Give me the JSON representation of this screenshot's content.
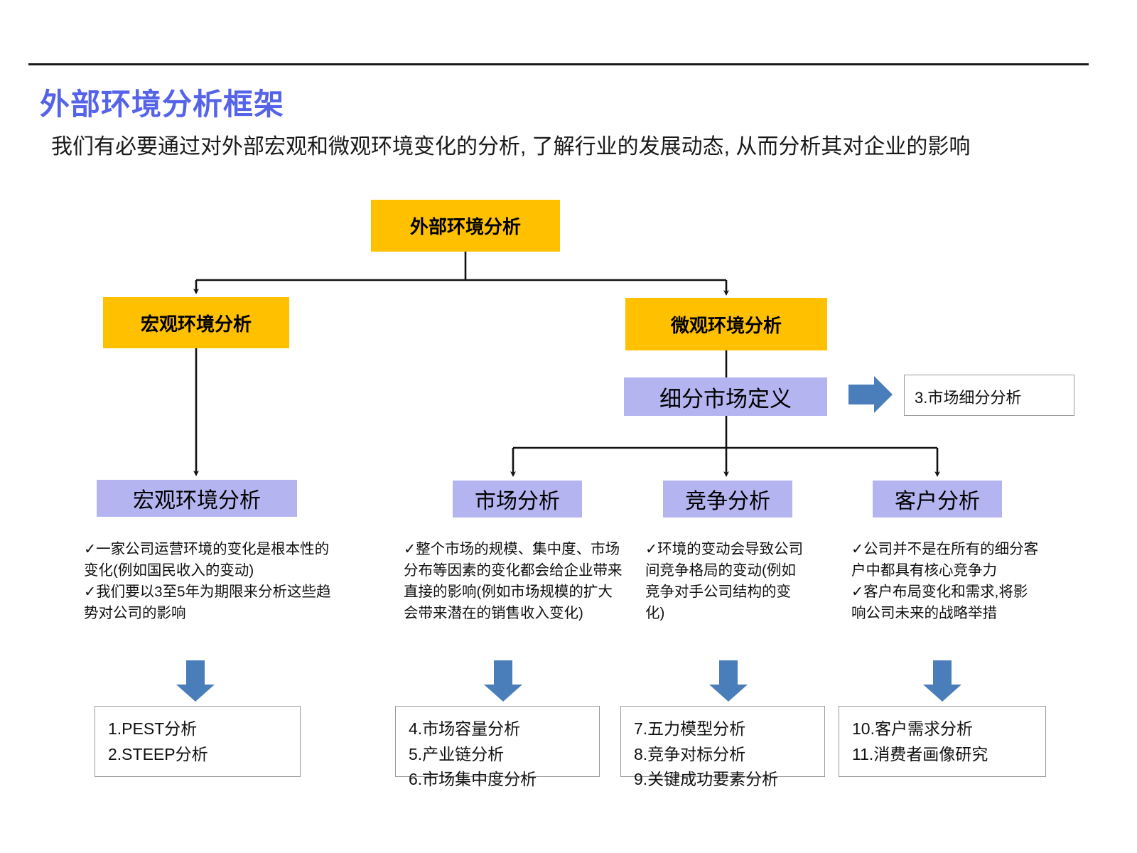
{
  "page": {
    "title": "外部环境分析框架",
    "subtitle": "我们有必要通过对外部宏观和微观环境变化的分析, 了解行业的发展动态, 从而分析其对企业的影响"
  },
  "tree": {
    "root": "外部环境分析",
    "macro_branch": "宏观环境分析",
    "micro_branch": "微观环境分析",
    "segment_definition": "细分市场定义",
    "segment_output": "3.市场细分分析"
  },
  "analysis_columns": [
    {
      "name": "宏观环境分析",
      "bullets": [
        "✓一家公司运营环境的变化是根本性的变化(例如国民收入的变动)",
        "✓我们要以3至5年为期限来分析这些趋势对公司的影响"
      ],
      "outputs": [
        "1.PEST分析",
        "2.STEEP分析"
      ]
    },
    {
      "name": "市场分析",
      "bullets": [
        "✓整个市场的规模、集中度、市场分布等因素的变化都会给企业带来直接的影响(例如市场规模的扩大会带来潜在的销售收入变化)"
      ],
      "outputs": [
        "4.市场容量分析",
        "5.产业链分析",
        "6.市场集中度分析"
      ]
    },
    {
      "name": "竞争分析",
      "bullets": [
        "✓环境的变动会导致公司间竞争格局的变动(例如竞争对手公司结构的变化)"
      ],
      "outputs": [
        "7.五力模型分析",
        "8.竞争对标分析",
        "9.关键成功要素分析"
      ]
    },
    {
      "name": "客户分析",
      "bullets": [
        "✓公司并不是在所有的细分客户中都具有核心竞争力",
        "✓客户布局变化和需求,将影响公司未来的战略举措"
      ],
      "outputs": [
        "10.客户需求分析",
        "11.消费者画像研究"
      ]
    }
  ],
  "colors": {
    "title": "#5463E8",
    "box_yellow": "#FFC000",
    "box_purple": "#B4B4F0",
    "arrow_blue": "#4A7EBB",
    "line": "#1a1a1a"
  }
}
